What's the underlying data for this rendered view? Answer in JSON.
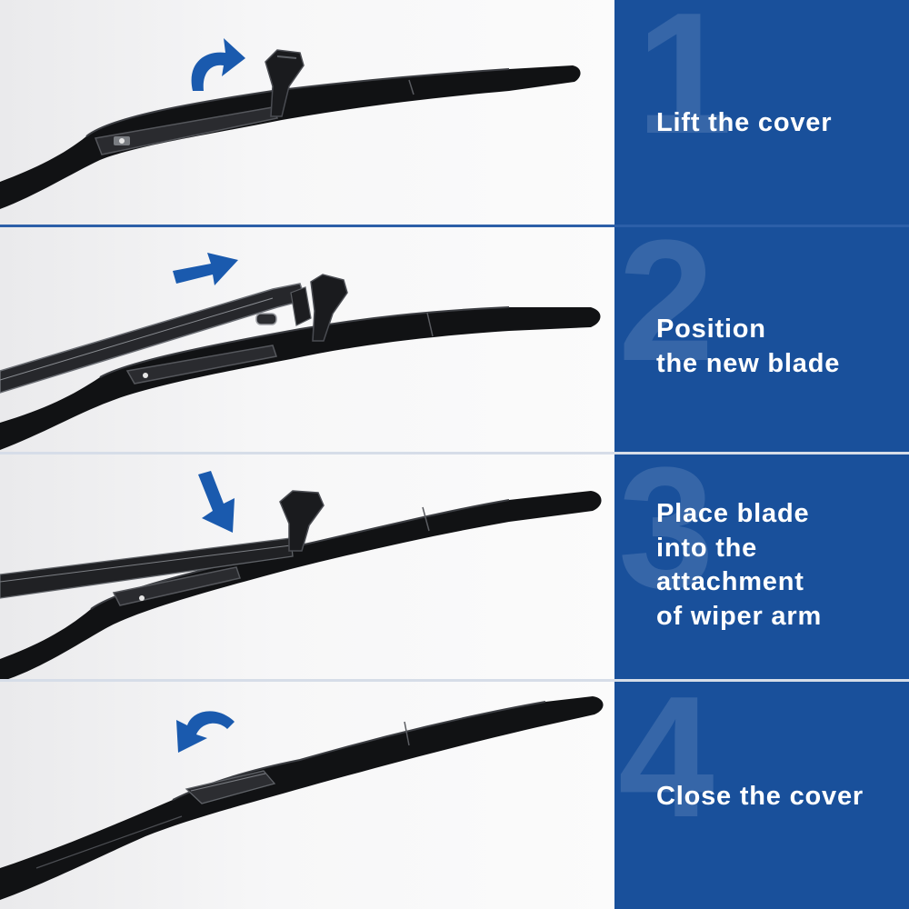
{
  "brand_color": "#19509b",
  "arrow_color": "#1a5aae",
  "steps": [
    {
      "number": "1",
      "text": "Lift the cover",
      "arrow_icon": "curved-arrow-up-right-icon"
    },
    {
      "number": "2",
      "text": "Position the new blade",
      "line1": "Position",
      "line2": "the new blade",
      "arrow_icon": "arrow-right-icon"
    },
    {
      "number": "3",
      "text": "Place blade into the attachment of wiper arm",
      "line1": "Place blade",
      "line2": "into the",
      "line3": "attachment",
      "line4": "of wiper arm",
      "arrow_icon": "arrow-down-icon"
    },
    {
      "number": "4",
      "text": "Close the cover",
      "arrow_icon": "curved-arrow-left-icon"
    }
  ]
}
